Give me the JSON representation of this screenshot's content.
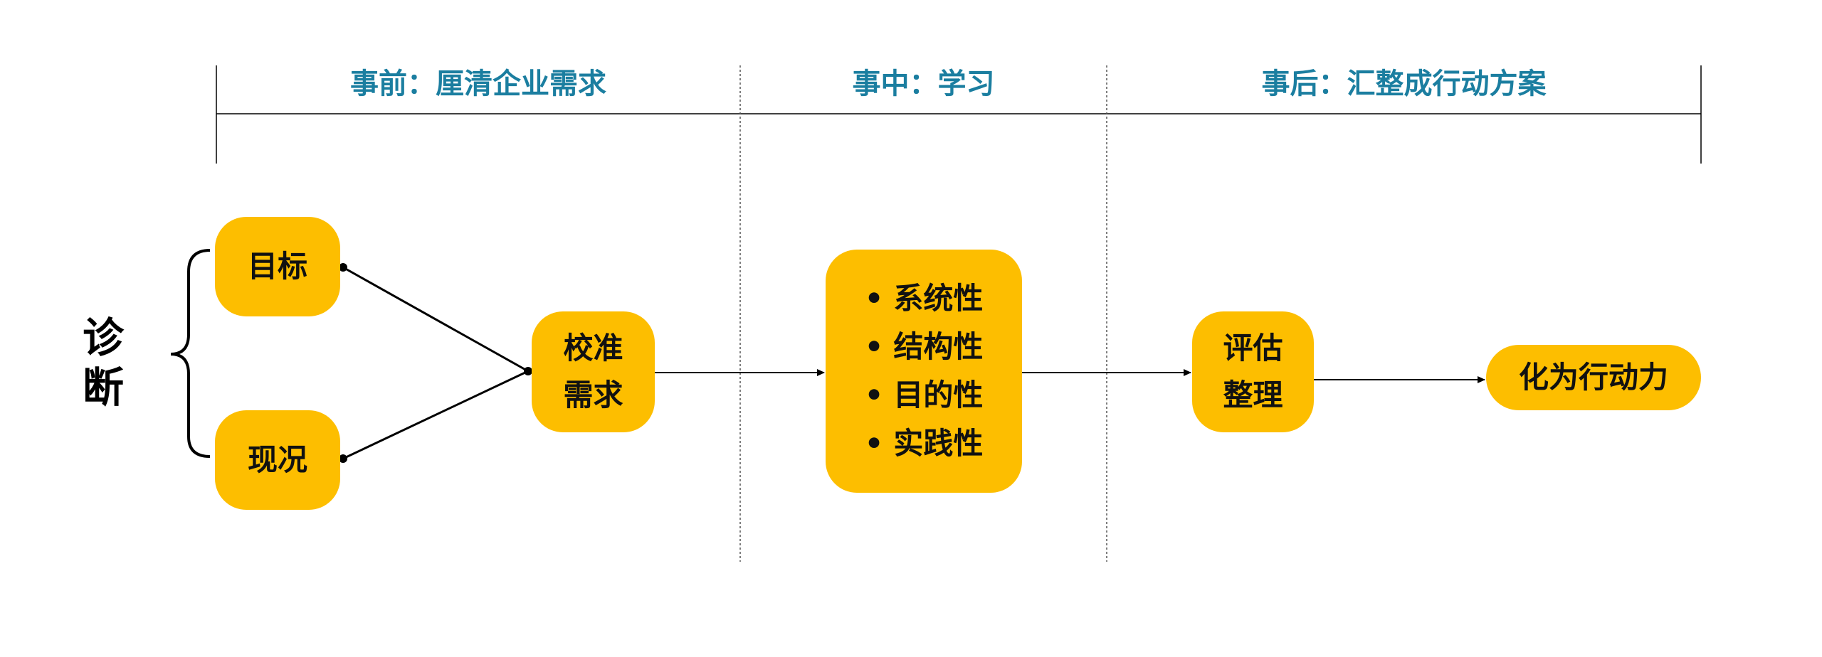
{
  "phases": {
    "before": "事前：厘清企业需求",
    "during": "事中：学习",
    "after": "事后：汇整成行动方案"
  },
  "diagnosis_label": "诊断",
  "nodes": {
    "goal": "目标",
    "status": "现况",
    "calibrate": [
      "校准",
      "需求"
    ],
    "learning_items": [
      "系统性",
      "结构性",
      "目的性",
      "实践性"
    ],
    "evaluate": [
      "评估",
      "整理"
    ],
    "action": "化为行动力"
  },
  "colors": {
    "box_fill": "#fdbe00",
    "phase_text": "#1b7ea0",
    "line": "#000000"
  }
}
